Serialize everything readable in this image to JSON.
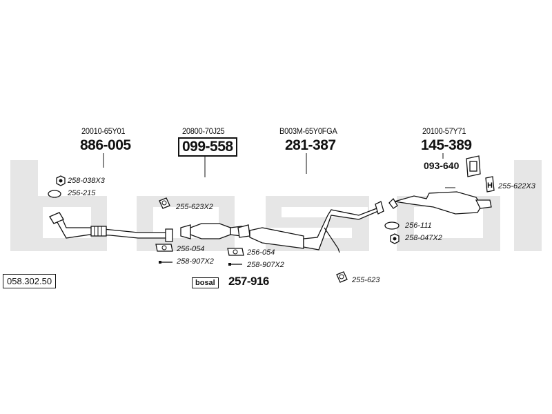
{
  "brand_watermark": "bosal",
  "reference_number": "058.302.50",
  "components": [
    {
      "oem_number": "20010-65Y01",
      "part_number": "886-005"
    },
    {
      "oem_number": "20800-70J25",
      "part_number": "099-558"
    },
    {
      "oem_number": "B003M-65Y0FGA",
      "part_number": "281-387"
    },
    {
      "oem_number": "20100-57Y71",
      "part_number": "145-389"
    }
  ],
  "mount_part_number": "093-640",
  "fitting_refs": {
    "nut_x3": "258-038X3",
    "gasket_front": "256-215",
    "hanger_mid": "255-623X2",
    "gasket_a": "256-054",
    "bolt_a": "258-907X2",
    "gasket_b": "256-054",
    "bolt_b": "258-907X2",
    "hanger_center": "255-623",
    "gasket_rear": "256-111",
    "nut_x2": "258-047X2",
    "hanger_rear": "255-622X3"
  },
  "fitting_kit": {
    "logo": "bosal",
    "part_number": "257-916"
  }
}
